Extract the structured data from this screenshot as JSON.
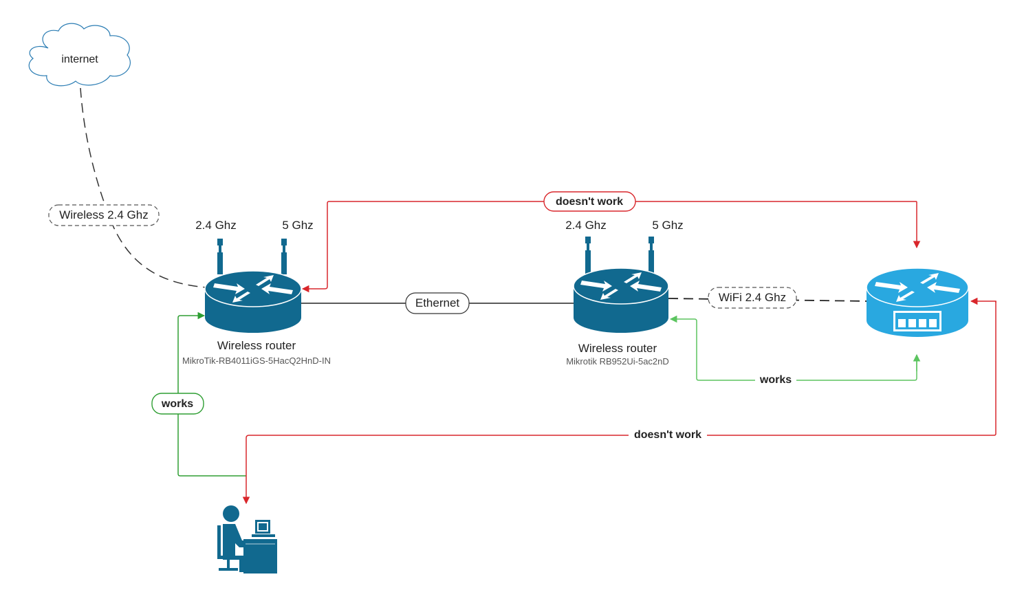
{
  "internet": {
    "label": "internet"
  },
  "links": {
    "internet_wireless": "Wireless 2.4 Ghz",
    "ethernet": "Ethernet",
    "wifi": "WiFi 2.4 Ghz",
    "top_status": "doesn't work",
    "left_status": "works",
    "mid_status": "works",
    "bottom_status": "doesn't work"
  },
  "router1": {
    "band_a": "2.4 Ghz",
    "band_b": "5 Ghz",
    "title": "Wireless router",
    "model": "MikroTik-RB4011iGS-5HacQ2HnD-IN"
  },
  "router2": {
    "band_a": "2.4 Ghz",
    "band_b": "5 Ghz",
    "title": "Wireless router",
    "model": "Mikrotik RB952Ui-5ac2nD"
  },
  "colors": {
    "router_dark": "#11698f",
    "router_light": "#29a8e0",
    "works": "#2e9e32",
    "works_light": "#5bc45f",
    "fails": "#d9262b"
  }
}
